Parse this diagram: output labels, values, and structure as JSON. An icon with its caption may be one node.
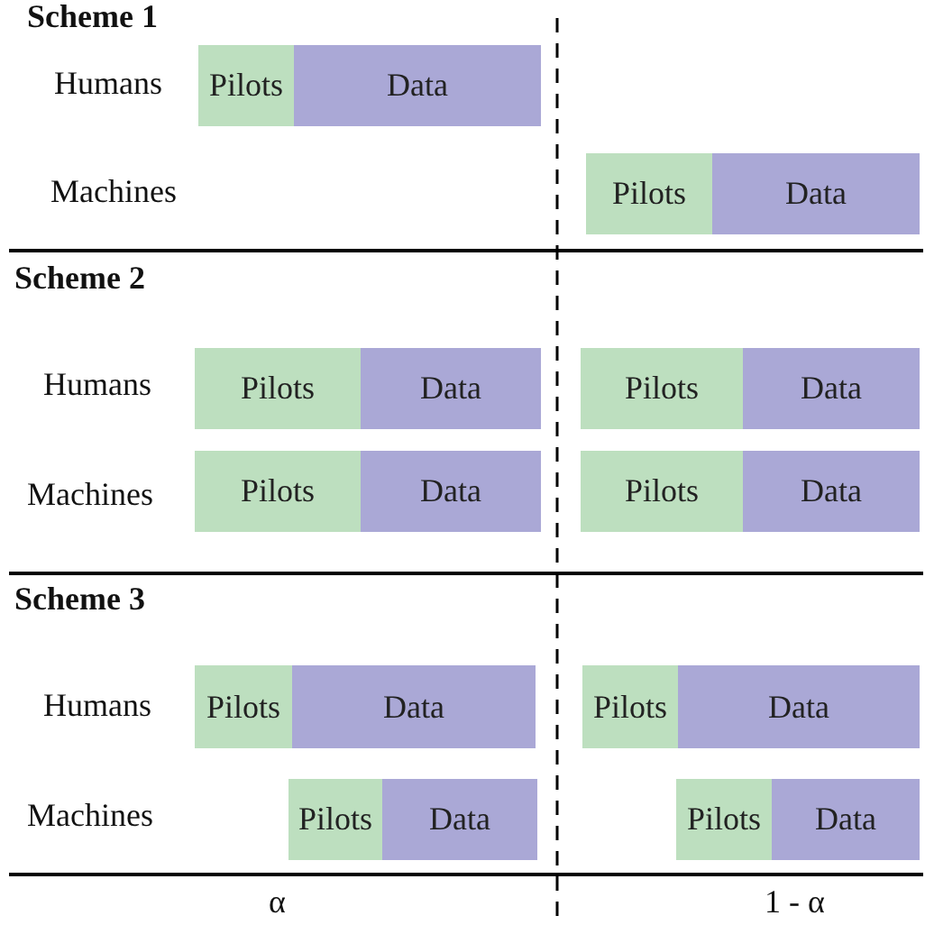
{
  "diagram": {
    "nodes": [
      {
        "text": [
          "Pilots"
        ]
      },
      {
        "text": [
          "Data"
        ]
      },
      {
        "text": [
          "Pilots"
        ]
      },
      {
        "text": [
          "Data"
        ]
      },
      {
        "text": [
          "Pilots"
        ]
      },
      {
        "text": [
          "Data"
        ]
      },
      {
        "text": [
          "Pilots"
        ]
      },
      {
        "text": [
          "Data"
        ]
      },
      {
        "text": [
          "Pilots"
        ]
      },
      {
        "text": [
          "Data"
        ]
      },
      {
        "text": [
          "Pilots"
        ]
      },
      {
        "text": [
          "Data"
        ]
      },
      {
        "text": [
          "Pilots"
        ]
      },
      {
        "text": [
          "Data"
        ]
      },
      {
        "text": [
          "Pilots"
        ]
      },
      {
        "text": [
          "Data"
        ]
      },
      {
        "text": [
          "Pilots"
        ]
      },
      {
        "text": [
          "Data"
        ]
      },
      {
        "text": [
          "Pilots"
        ]
      },
      {
        "text": [
          "Data"
        ]
      }
    ],
    "edges": [],
    "labels": [
      "Scheme 1",
      "Humans",
      "Machines",
      "Scheme 2",
      "Humans",
      "Machines",
      "Scheme 3",
      "Humans",
      "Machines",
      "α",
      "1 - α"
    ]
  }
}
